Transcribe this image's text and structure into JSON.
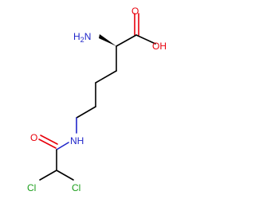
{
  "molecule": {
    "atoms": {
      "hydroxyl": "OH",
      "carbonyl_acid": "O",
      "amine": "H2N",
      "amide_nh": "NH",
      "amide_carbonyl": "O",
      "chlorine_left": "Cl",
      "chlorine_right": "Cl"
    },
    "colors": {
      "carbon": "#000000",
      "oxygen": "#e8000b",
      "nitrogen": "#1f25c9",
      "chlorine": "#1a9e1a"
    }
  }
}
